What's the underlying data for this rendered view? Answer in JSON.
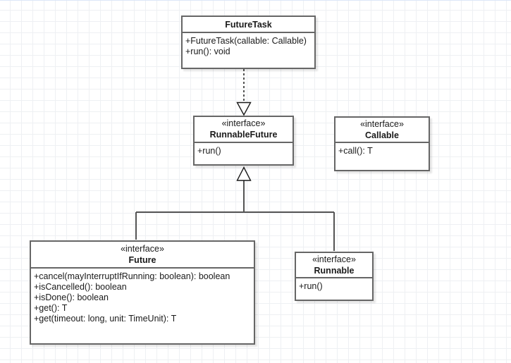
{
  "diagram": {
    "classes": {
      "futuretask": {
        "name": "FutureTask",
        "members": [
          "+FutureTask(callable: Callable)",
          "+run(): void"
        ]
      },
      "runnablefuture": {
        "stereotype": "«interface»",
        "name": "RunnableFuture",
        "members": [
          "+run()"
        ]
      },
      "callable": {
        "stereotype": "«interface»",
        "name": "Callable",
        "members": [
          "+call(): T"
        ]
      },
      "future": {
        "stereotype": "«interface»",
        "name": "Future",
        "members": [
          "+cancel(mayInterruptIfRunning: boolean): boolean",
          "+isCancelled(): boolean",
          "+isDone(): boolean",
          "+get(): T",
          "+get(timeout: long, unit: TimeUnit): T"
        ]
      },
      "runnable": {
        "stereotype": "«interface»",
        "name": "Runnable",
        "members": [
          "+run()"
        ]
      }
    },
    "relations": [
      {
        "type": "realization",
        "from": "FutureTask",
        "to": "RunnableFuture",
        "line": "dashed",
        "arrow": "hollow-triangle"
      },
      {
        "type": "generalization",
        "from": "Future",
        "to": "RunnableFuture",
        "line": "solid",
        "arrow": "hollow-triangle"
      },
      {
        "type": "generalization",
        "from": "Runnable",
        "to": "RunnableFuture",
        "line": "solid",
        "arrow": "hollow-triangle"
      }
    ],
    "colors": {
      "box_fill": "#ffffff",
      "box_stroke": "#666666",
      "connector_stroke": "#545454",
      "arrow_stroke": "#1a1a1a",
      "text": "#1a1a1a",
      "grid_line": "#eef0f3",
      "canvas_top_line": "#dce7f8"
    }
  }
}
